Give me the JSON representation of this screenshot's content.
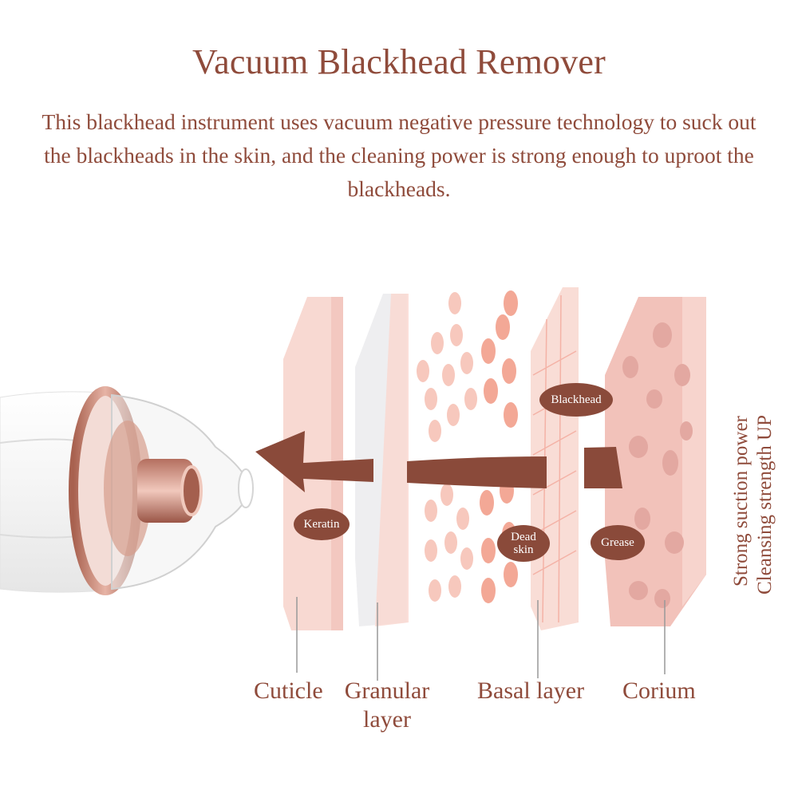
{
  "header": {
    "title": "Vacuum Blackhead Remover",
    "description": "This blackhead instrument uses vacuum negative pressure technology to suck out the blackheads in the skin, and the cleaning power is strong enough to uproot the blackheads."
  },
  "bubbles": {
    "keratin": "Keratin",
    "blackhead": "Blackhead",
    "dead_skin_line1": "Dead",
    "dead_skin_line2": "skin",
    "grease": "Grease"
  },
  "layer_labels": {
    "cuticle": "Cuticle",
    "granular_line1": "Granular",
    "granular_line2": "layer",
    "basal": "Basal layer",
    "corium": "Corium"
  },
  "side_text": {
    "line1": "Strong suction power",
    "line2": "Cleansing strength UP"
  },
  "colors": {
    "text_brown": "#8f4b3b",
    "arrow_brown": "#8a4a3a",
    "skin_pink": "#f7d5cf",
    "rose_gold": "#c98a7a"
  }
}
